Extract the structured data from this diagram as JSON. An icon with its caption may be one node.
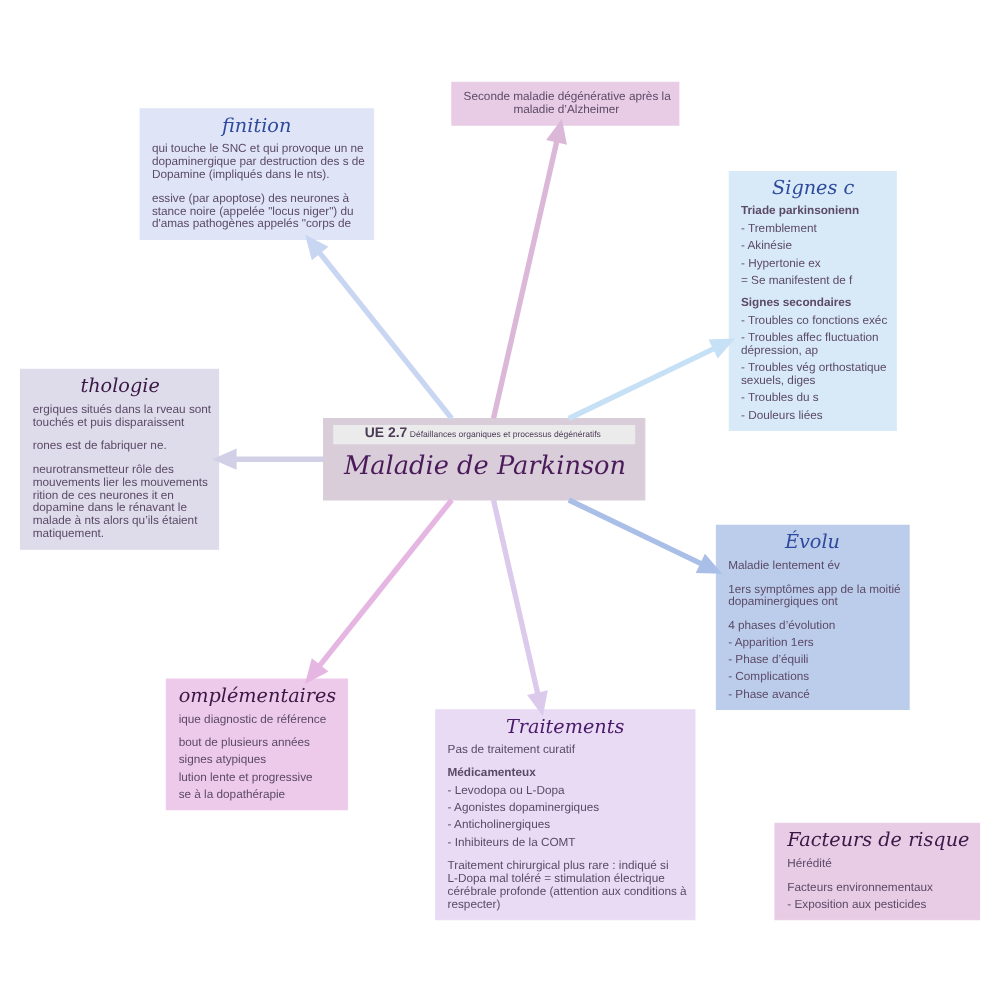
{
  "diagram": {
    "nodes": [
      {
        "text": [
          "finition",
          "qui touche le SNC et qui provoque un ne dopaminergique par destruction des s de Dopamine (impliqués dans le nts).",
          "essive (par apoptose) des neurones à stance noire (appelée \"locus niger\") du d'amas pathogènes appelés \"corps de"
        ]
      },
      {
        "text": [
          "Facteurs de risque",
          "Hérédité",
          "Facteurs environnementaux",
          "- Exposition aux pesticides"
        ]
      },
      {
        "text": [
          "Seconde maladie dégénérative après la maladie d’Alzheimer"
        ]
      },
      {
        "text": [
          "Signes c",
          "Triade parkinsonienn",
          "- Tremblement",
          "- Akinésie",
          "- Hypertonie ex",
          "= Se manifestent de f",
          "Signes secondaires",
          "- Troubles co fonctions exéc",
          "- Troubles affec fluctuation dépression, ap",
          "- Troubles vég orthostatique sexuels, diges",
          "- Troubles du s",
          "- Douleurs liées"
        ]
      },
      {
        "text": [
          "thologie",
          "ergiques situés dans la rveau sont touchés et puis disparaissent",
          "rones est de fabriquer ne.",
          "neurotransmetteur rôle des mouvements lier les mouvements rition de ces neurones it en dopamine dans le rénavant le malade à nts alors qu’ils étaient matiquement."
        ]
      },
      {
        "text": [
          "UE 2.7",
          "Défaillances organiques et processus dégénératifs",
          "Maladie de Parkinson"
        ]
      },
      {
        "text": [
          "Évolu",
          "Maladie lentement év",
          "1ers symptômes app de la moitié dopaminergiques ont",
          "4 phases d’évolution",
          "- Apparition 1ers",
          "- Phase d’équili",
          "- Complications",
          "- Phase avancé"
        ]
      },
      {
        "text": [
          "omplémentaires",
          "ique diagnostic de référence",
          "bout de plusieurs années",
          "signes atypiques",
          "lution lente et progressive",
          "se à la dopathérapie"
        ]
      },
      {
        "text": [
          "Traitements",
          "Pas de traitement curatif",
          "Médicamenteux",
          "- Levodopa ou L-Dopa",
          "- Agonistes dopaminergiques",
          "- Anticholinergiques",
          "- Inhibiteurs de la COMT",
          "Traitement chirurgical plus rare : indiqué si L-Dopa mal toléré = stimulation électrique cérébrale profonde (attention aux conditions à respecter)"
        ]
      }
    ],
    "edges": [
      {
        "from": 5,
        "to": 0,
        "arrow": "to",
        "color": "#c9d6f2"
      },
      {
        "from": 5,
        "to": 2,
        "arrow": "to",
        "color": "#dcb8d8"
      },
      {
        "from": 5,
        "to": 3,
        "arrow": "to",
        "color": "#c6e0f5"
      },
      {
        "from": 5,
        "to": 4,
        "arrow": "to",
        "color": "#d2d0e6"
      },
      {
        "from": 5,
        "to": 7,
        "arrow": "to",
        "color": "#e6b6e2"
      },
      {
        "from": 5,
        "to": 8,
        "arrow": "to",
        "color": "#dccaec"
      },
      {
        "from": 5,
        "to": 6,
        "arrow": "to",
        "color": "#a9bfe8"
      }
    ]
  }
}
